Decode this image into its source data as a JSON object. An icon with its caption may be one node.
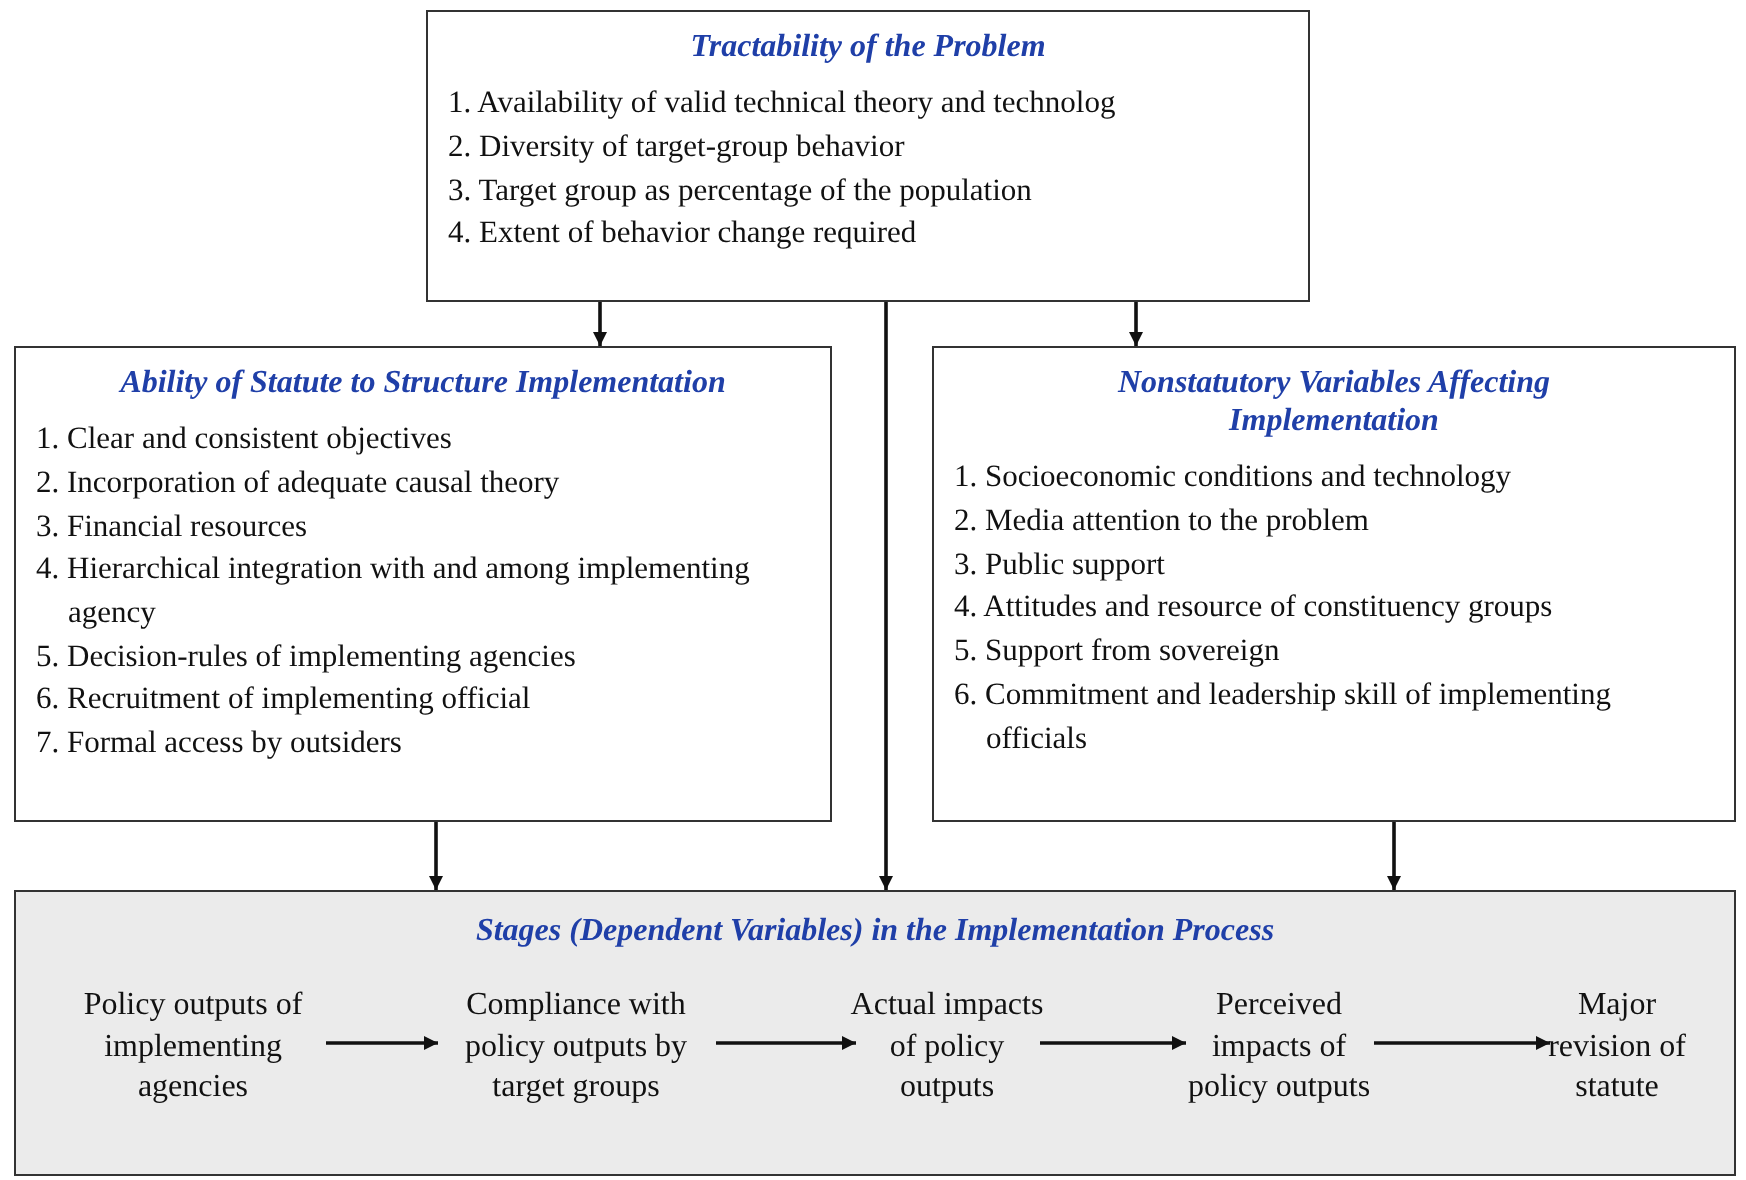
{
  "diagram": {
    "nodes": [
      {
        "text": [
          "Tractability of the Problem",
          "1. Availability of valid technical theory and technolog",
          "2. Diversity of target-group behavior",
          "3. Target group as percentage of the population",
          "4. Extent of behavior change required"
        ]
      },
      {
        "text": [
          "Ability of Statute to Structure Implementation",
          "1. Clear and consistent objectives",
          "2. Incorporation of adequate causal theory",
          "3. Financial resources",
          "4. Hierarchical integration with and among implementing agency",
          "5. Decision-rules of implementing agencies",
          "6. Recruitment of implementing official",
          "7. Formal access by outsiders"
        ]
      },
      {
        "text": [
          "Nonstatutory Variables Affecting Implementation",
          "1. Socioeconomic conditions and technology",
          "2. Media attention to the problem",
          "3. Public support",
          "4. Attitudes and resource of constituency groups",
          "5. Support from sovereign",
          "6. Commitment and leadership skill of implementing officials"
        ]
      },
      {
        "text": [
          "Stages (Dependent Variables) in the Implementation Process"
        ]
      },
      {
        "text": [
          "Policy outputs of implementing agencies"
        ],
        "in": 3
      },
      {
        "text": [
          "Compliance with policy outputs by target groups"
        ],
        "in": 3
      },
      {
        "text": [
          "Actual impacts of policy outputs"
        ],
        "in": 3
      },
      {
        "text": [
          "Perceived impacts of policy outputs"
        ],
        "in": 3
      },
      {
        "text": [
          "Major revision of statute"
        ],
        "in": 3
      }
    ],
    "edges": [
      {
        "from": 0,
        "to": 1,
        "arrow": "to"
      },
      {
        "from": 0,
        "to": 3,
        "arrow": "to"
      },
      {
        "from": 0,
        "to": 2,
        "arrow": "to"
      },
      {
        "from": 1,
        "to": 3,
        "arrow": "to"
      },
      {
        "from": 2,
        "to": 3,
        "arrow": "to"
      },
      {
        "from": 4,
        "to": 5,
        "arrow": "to"
      },
      {
        "from": 5,
        "to": 6,
        "arrow": "to"
      },
      {
        "from": 6,
        "to": 7,
        "arrow": "to"
      },
      {
        "from": 7,
        "to": 8,
        "arrow": "to"
      }
    ]
  }
}
